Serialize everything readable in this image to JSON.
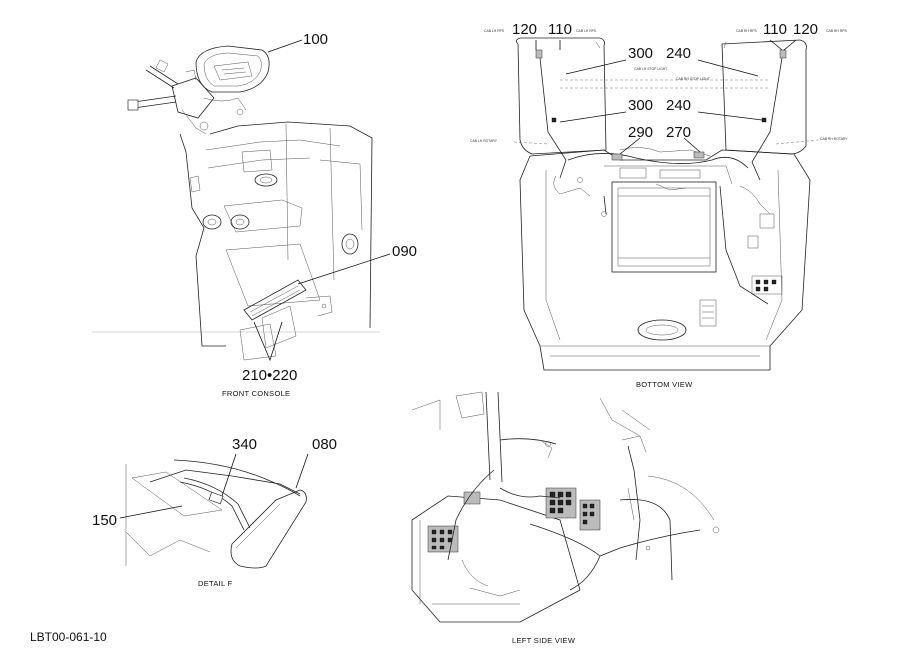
{
  "views": {
    "front_console": "FRONT CONSOLE",
    "bottom_view": "BOTTOM VIEW",
    "detail_f": "DETAIL  F",
    "left_side_view": "LEFT SIDE VIEW"
  },
  "callouts": {
    "c100": "100",
    "c090": "090",
    "c210_220": "210•220",
    "c120_left": "120",
    "c110_left": "110",
    "c300_upper": "300",
    "c240_upper": "240",
    "c300_lower": "300",
    "c240_lower": "240",
    "c290": "290",
    "c270": "270",
    "c110_right": "110",
    "c120_right": "120",
    "c340": "340",
    "c080": "080",
    "c150": "150"
  },
  "drawing_number": "LBT00-061-10"
}
